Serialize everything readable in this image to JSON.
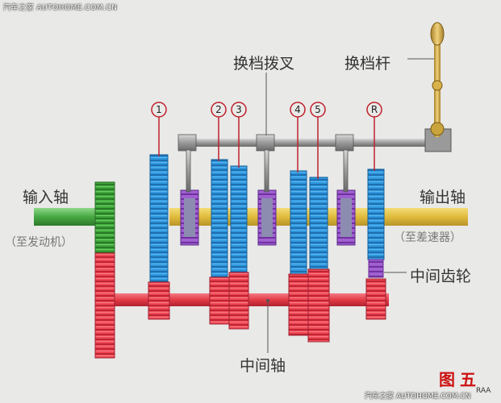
{
  "watermark_top": "汽车之家 AUTOHOME.COM.CN",
  "watermark_bottom": "汽车之家 AUTOHOME.COM.CN",
  "corner_mark": "RAA",
  "labels": {
    "fork": "换档拨叉",
    "lever": "换档杆",
    "input_shaft": "输入轴",
    "input_sub": "（至发动机）",
    "output_shaft": "输出轴",
    "output_sub": "（至差速器）",
    "idler": "中间齿轮",
    "countershaft": "中间轴"
  },
  "gear_numbers": [
    "1",
    "2",
    "3",
    "4",
    "5",
    "R"
  ],
  "figure_label": "图五",
  "colors": {
    "background": "#e9e9e7",
    "gear_blue": "#2a8fd6",
    "gear_red": "#e63a45",
    "input_green": "#4fb04a",
    "output_yellow": "#e8c94a",
    "collar_purple": "#9a55cc",
    "idler_purple": "#a060d0",
    "fork_gray": "#9a9a9a",
    "circle_red": "#c0202c",
    "figure_red": "#cc1111"
  }
}
